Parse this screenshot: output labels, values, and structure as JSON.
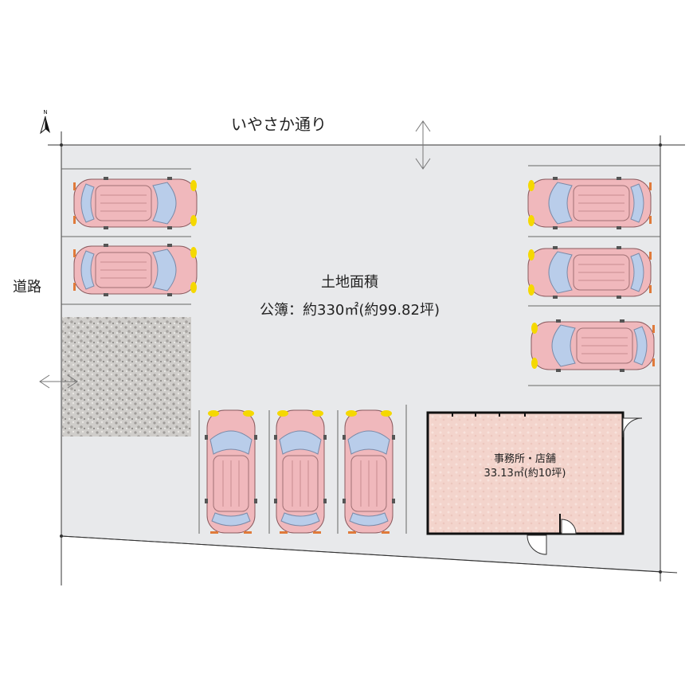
{
  "street_label": "いやさか通り",
  "side_road_label": "道路",
  "land_area": {
    "title": "土地面積",
    "value": "公簿：約330㎡(約99.82坪)"
  },
  "building": {
    "name": "事務所・店舗",
    "area": "33.13㎡(約10坪)"
  },
  "compass": {
    "label": "N"
  },
  "parking": {
    "left_column": 2,
    "right_column": 3,
    "bottom_row": 3
  },
  "colors": {
    "lot": "#e8e9eb",
    "gravel": "#c9c7c4",
    "building": "#f3d4cc",
    "car_body": "#f0b8bc",
    "car_glass": "#b9cdea",
    "car_light": "#f5d800"
  }
}
